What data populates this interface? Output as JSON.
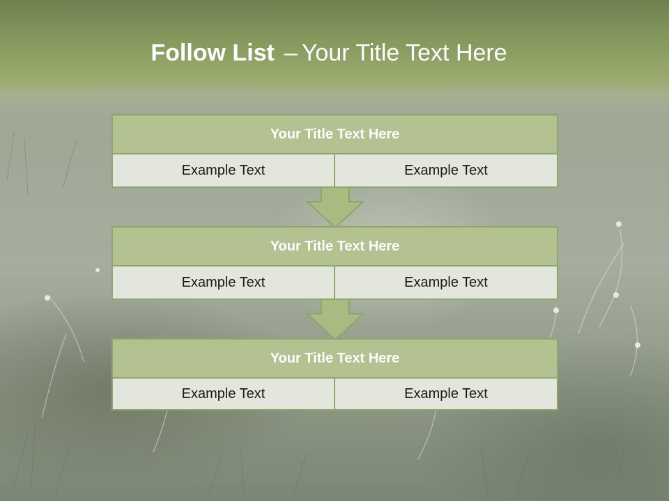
{
  "slide": {
    "title_bold": "Follow List",
    "title_separator": "–",
    "title_rest": "Your Title Text Here"
  },
  "blocks": [
    {
      "title": "Your Title Text Here",
      "left_text": "Example Text",
      "right_text": "Example Text"
    },
    {
      "title": "Your Title Text Here",
      "left_text": "Example Text",
      "right_text": "Example Text"
    },
    {
      "title": "Your Title Text Here",
      "left_text": "Example Text",
      "right_text": "Example Text"
    }
  ],
  "colors": {
    "header_green": "#869a5e",
    "block_title_fill": "#b3c290",
    "block_border": "#8ea66a",
    "cell_fill": "#e2e6dc",
    "arrow_fill": "#a9bb80"
  }
}
